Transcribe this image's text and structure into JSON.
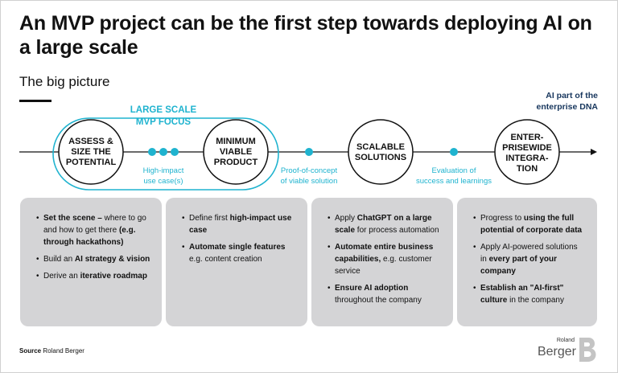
{
  "title": "An MVP project can be the first step towards deploying AI on a large scale",
  "subtitle": "The big picture",
  "focus_label": [
    "LARGE SCALE",
    "MVP FOCUS"
  ],
  "enterprise_label": [
    "AI part of the",
    "enterprise DNA"
  ],
  "stages": [
    {
      "lines": [
        "ASSESS &",
        "SIZE THE",
        "POTENTIAL"
      ]
    },
    {
      "lines": [
        "MINIMUM",
        "VIABLE",
        "PRODUCT"
      ]
    },
    {
      "lines": [
        "SCALABLE",
        "SOLUTIONS"
      ]
    },
    {
      "lines": [
        "ENTER-",
        "PRISEWIDE",
        "INTEGRA-",
        "TION"
      ]
    }
  ],
  "connectors": [
    {
      "lines": [
        "High-impact",
        "use case(s)"
      ]
    },
    {
      "lines": [
        "Proof-of-concept",
        "of viable solution"
      ]
    },
    {
      "lines": [
        "Evaluation of",
        "success and learnings"
      ]
    }
  ],
  "cards": [
    {
      "bullets": [
        {
          "parts": [
            {
              "t": "Set the scene – ",
              "b": true
            },
            {
              "t": "where to go and how to get there ",
              "b": false
            },
            {
              "t": "(e.g. through hackathons)",
              "b": true
            }
          ]
        },
        {
          "parts": [
            {
              "t": "Build an ",
              "b": false
            },
            {
              "t": "AI strategy & vision",
              "b": true
            }
          ]
        },
        {
          "parts": [
            {
              "t": "Derive an ",
              "b": false
            },
            {
              "t": "iterative roadmap",
              "b": true
            }
          ]
        }
      ]
    },
    {
      "bullets": [
        {
          "parts": [
            {
              "t": "Define first ",
              "b": false
            },
            {
              "t": "high-impact use case",
              "b": true
            }
          ]
        },
        {
          "parts": [
            {
              "t": "Automate single features",
              "b": true
            },
            {
              "t": " e.g. content creation",
              "b": false
            }
          ]
        }
      ]
    },
    {
      "bullets": [
        {
          "parts": [
            {
              "t": "Apply ",
              "b": false
            },
            {
              "t": "ChatGPT on a large scale",
              "b": true
            },
            {
              "t": " for process automation",
              "b": false
            }
          ]
        },
        {
          "parts": [
            {
              "t": "Automate entire business capabilities,",
              "b": true
            },
            {
              "t": " e.g. customer service",
              "b": false
            }
          ]
        },
        {
          "parts": [
            {
              "t": "Ensure AI adoption",
              "b": true
            },
            {
              "t": " throughout the company",
              "b": false
            }
          ]
        }
      ]
    },
    {
      "bullets": [
        {
          "parts": [
            {
              "t": "Progress to ",
              "b": false
            },
            {
              "t": "using the full potential of corporate data",
              "b": true
            }
          ]
        },
        {
          "parts": [
            {
              "t": "Apply AI-powered solutions in ",
              "b": false
            },
            {
              "t": "every part of your company",
              "b": true
            }
          ]
        },
        {
          "parts": [
            {
              "t": "Establish an \"AI-first\" culture",
              "b": true
            },
            {
              "t": " in the company",
              "b": false
            }
          ]
        }
      ]
    }
  ],
  "source": {
    "label": "Source",
    "value": "Roland Berger"
  },
  "logo": {
    "small": "Roland",
    "big": "Berger"
  },
  "colors": {
    "accent": "#1fb3cf",
    "navy": "#17365d",
    "card": "#d4d4d6",
    "text": "#111111"
  }
}
